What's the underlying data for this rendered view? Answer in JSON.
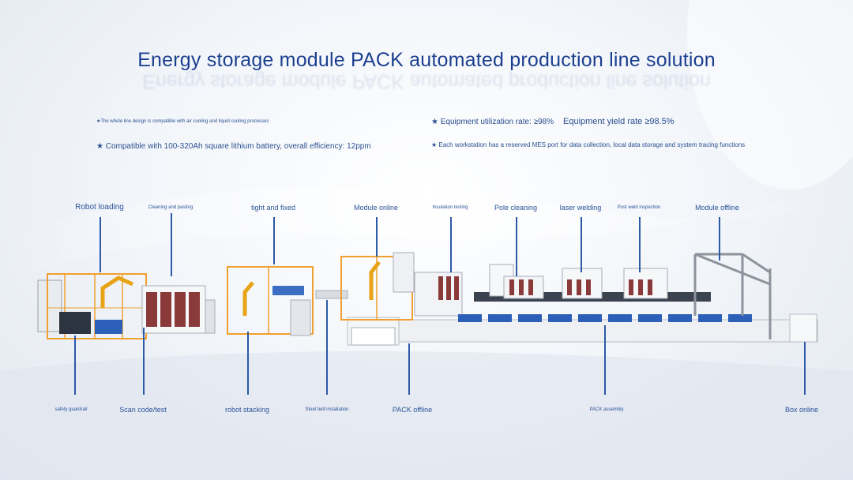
{
  "title": "Energy storage module PACK automated production line solution",
  "features": {
    "f1": "★The whole line design is compatible with air cooling and liquid cooling processes",
    "f2": "★ Compatible with 100-320Ah square lithium battery, overall efficiency: 12ppm",
    "f3": "★ Equipment utilization rate: ≥98%",
    "f4": "Equipment yield rate ≥98.5%",
    "f5": "★ Each workstation has a reserved MES port for data collection, local data storage and system tracing functions"
  },
  "top_labels": [
    "Robot loading",
    "Cleaning and pasting",
    "tight and fixed",
    "Module online",
    "Insulation testing",
    "Pole cleaning",
    "laser welding",
    "Post weld inspection",
    "Module offline"
  ],
  "bottom_labels": [
    "safety guardrail",
    "Scan code/test",
    "robot stacking",
    "Steel belt installation",
    "PACK offline",
    "PACK assembly",
    "Box online"
  ],
  "colors": {
    "title": "#1b3f8f",
    "label": "#2a5298",
    "frame": "#f0a030",
    "leader": "#2b5aa6"
  }
}
